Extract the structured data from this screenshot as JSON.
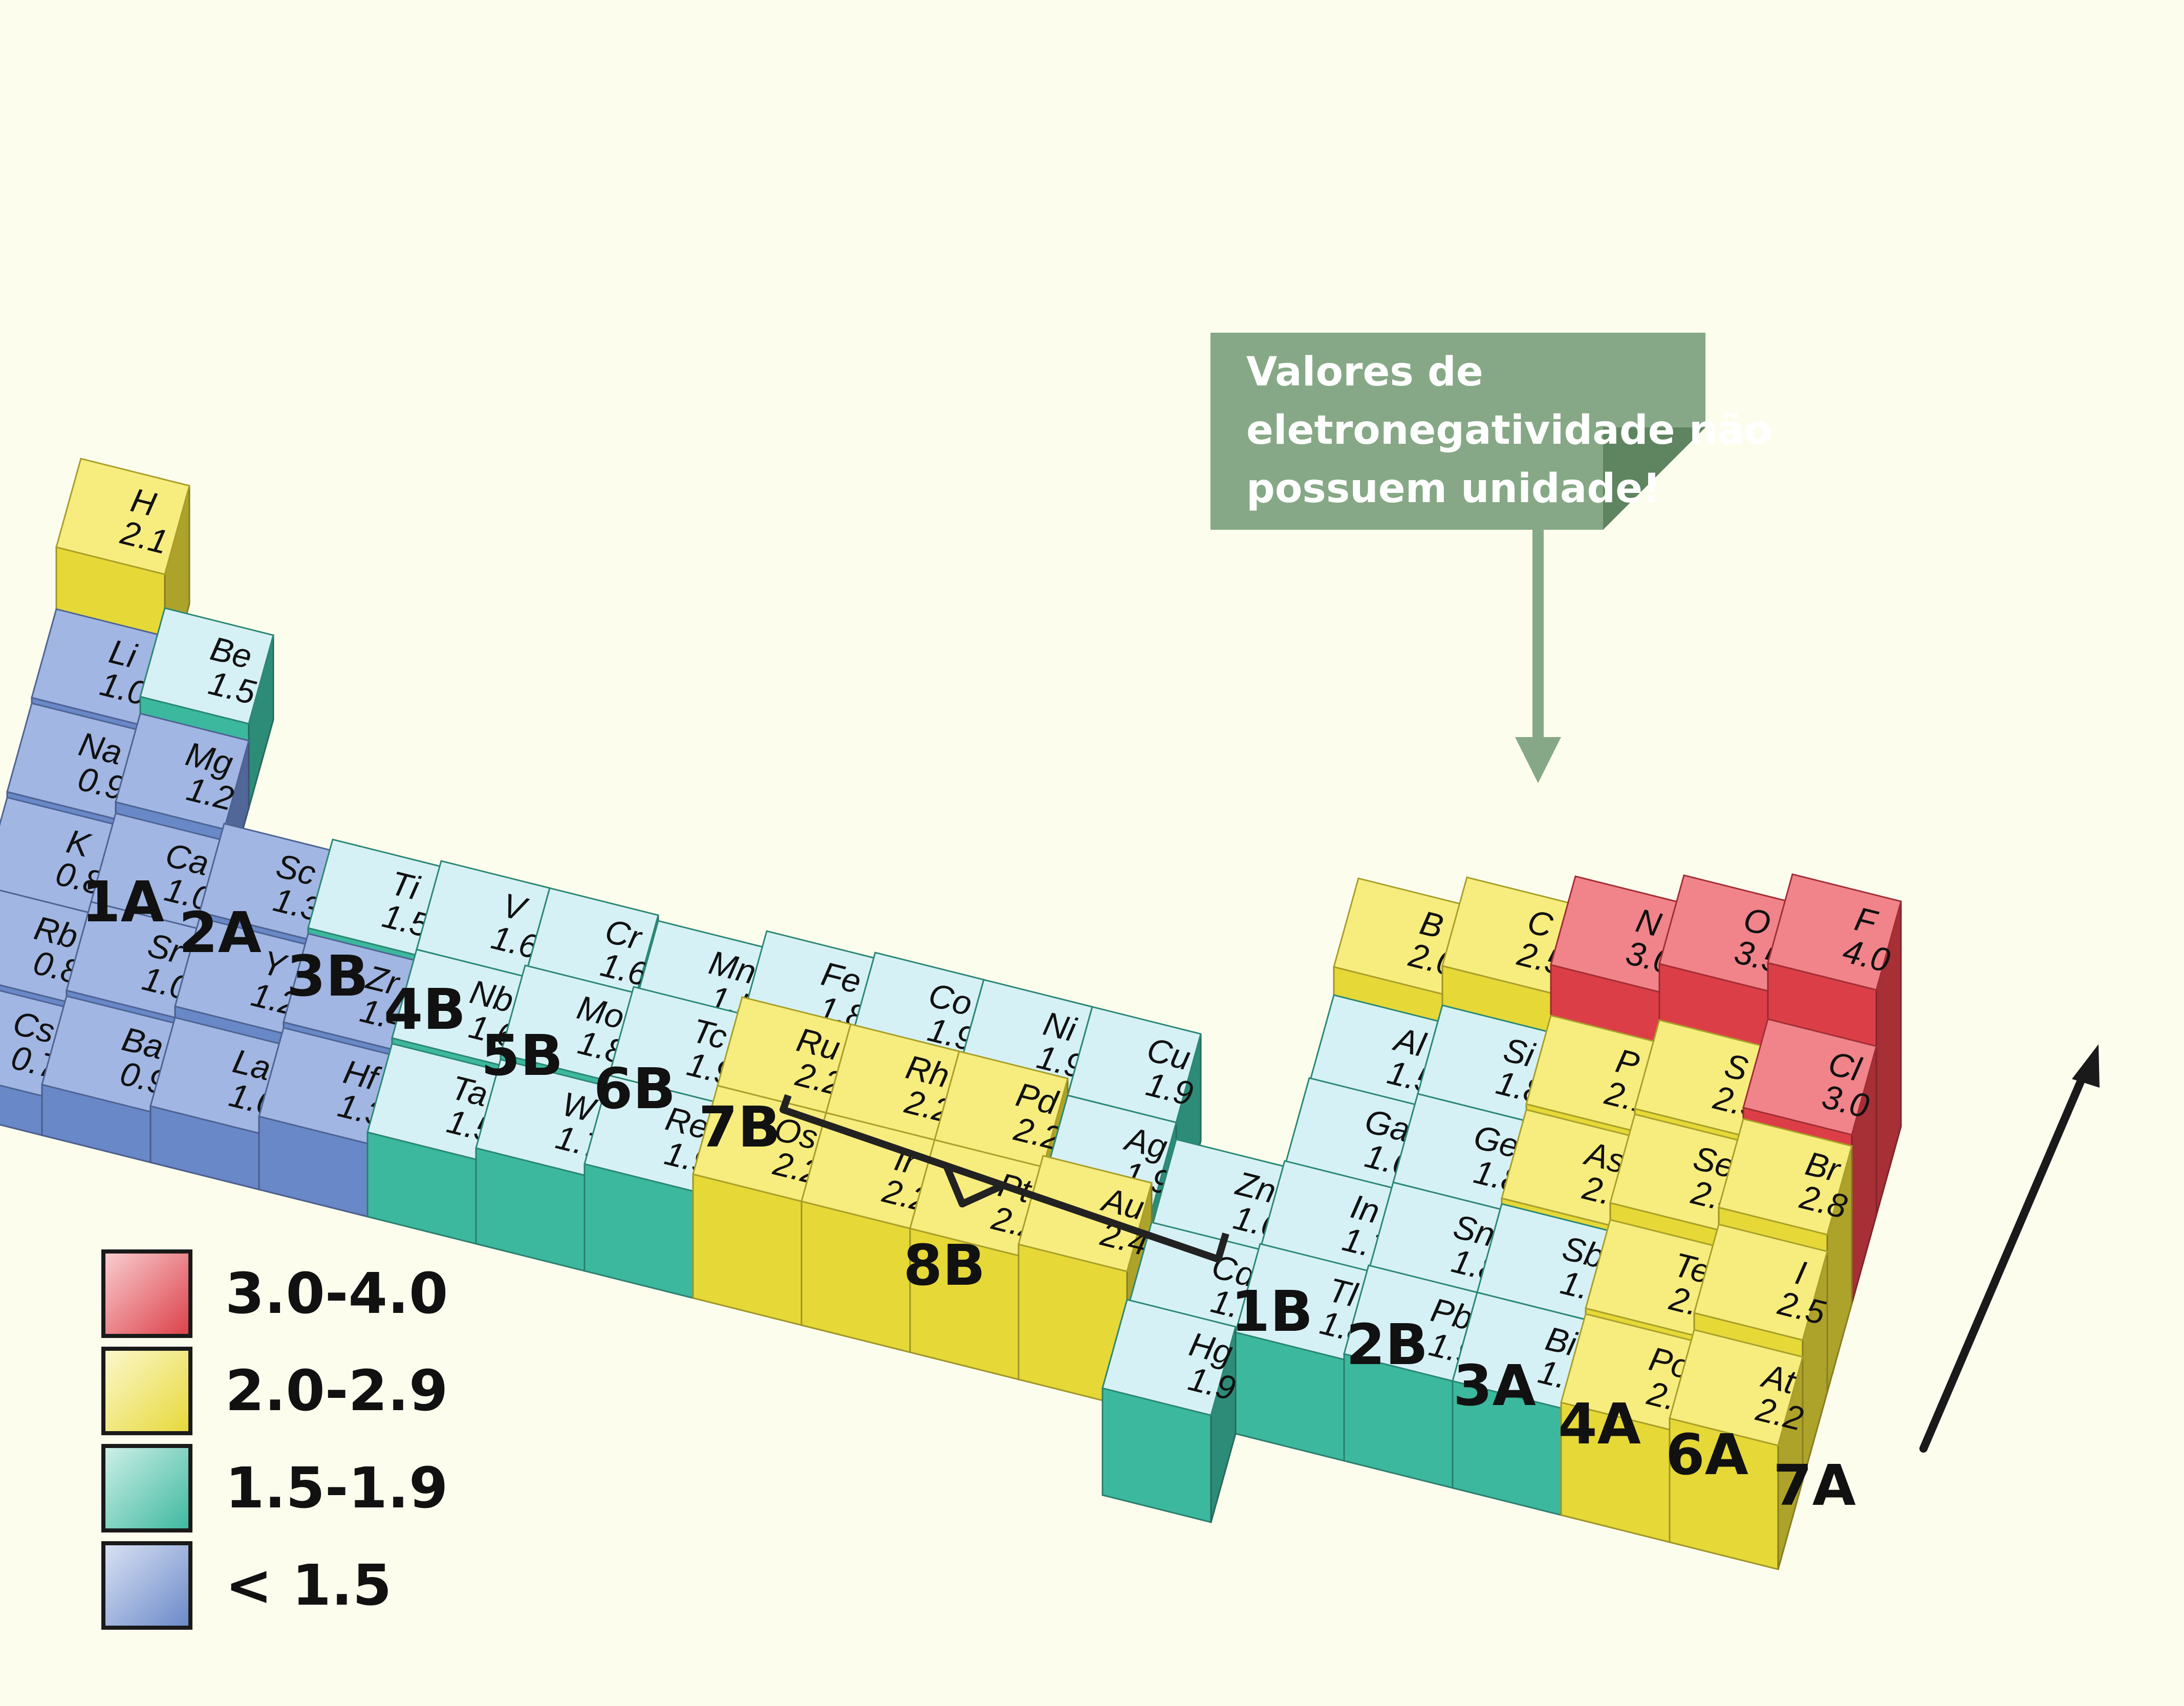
{
  "callout": {
    "lines": [
      "Valores de",
      "eletronegatividade não",
      "possuem unidade!"
    ]
  },
  "legend": [
    {
      "label": "3.0-4.0",
      "color": "#e8414b"
    },
    {
      "label": "2.0-2.9",
      "color": "#f2e33a"
    },
    {
      "label": "1.5-1.9",
      "color": "#3fc2a6"
    },
    {
      "label": "< 1.5",
      "color": "#6f8fd2"
    }
  ],
  "groups": [
    {
      "key": "g1a",
      "label": "1A"
    },
    {
      "key": "g2a",
      "label": "2A"
    },
    {
      "key": "g3b",
      "label": "3B"
    },
    {
      "key": "g4b",
      "label": "4B"
    },
    {
      "key": "g5b",
      "label": "5B"
    },
    {
      "key": "g6b",
      "label": "6B"
    },
    {
      "key": "g7b",
      "label": "7B"
    },
    {
      "key": "g8b",
      "label": "8B"
    },
    {
      "key": "g1b",
      "label": "1B"
    },
    {
      "key": "g2b",
      "label": "2B"
    },
    {
      "key": "g3a",
      "label": "3A"
    },
    {
      "key": "g4a",
      "label": "4A"
    },
    {
      "key": "g6a",
      "label": "6A"
    },
    {
      "key": "g7a",
      "label": "7A"
    }
  ],
  "elements": [
    {
      "symbol": "H",
      "value": "2.1"
    },
    {
      "symbol": "Li",
      "value": "1.0"
    },
    {
      "symbol": "Be",
      "value": "1.5"
    },
    {
      "symbol": "Na",
      "value": "0.9"
    },
    {
      "symbol": "Mg",
      "value": "1.2"
    },
    {
      "symbol": "K",
      "value": "0.8"
    },
    {
      "symbol": "Ca",
      "value": "1.0"
    },
    {
      "symbol": "Sc",
      "value": "1.3"
    },
    {
      "symbol": "Rb",
      "value": "0.8"
    },
    {
      "symbol": "Sr",
      "value": "1.0"
    },
    {
      "symbol": "Y",
      "value": "1.2"
    },
    {
      "symbol": "Cs",
      "value": "0.7"
    },
    {
      "symbol": "Ba",
      "value": "0.9"
    },
    {
      "symbol": "La",
      "value": "1.0"
    },
    {
      "symbol": "Ti",
      "value": "1.5"
    },
    {
      "symbol": "V",
      "value": "1.6"
    },
    {
      "symbol": "Cr",
      "value": "1.6"
    },
    {
      "symbol": "Mn",
      "value": "1.5"
    },
    {
      "symbol": "Fe",
      "value": "1.8"
    },
    {
      "symbol": "Co",
      "value": "1.9"
    },
    {
      "symbol": "Ni",
      "value": "1.9"
    },
    {
      "symbol": "Cu",
      "value": "1.9"
    },
    {
      "symbol": "Zr",
      "value": "1.4"
    },
    {
      "symbol": "Nb",
      "value": "1.6"
    },
    {
      "symbol": "Mo",
      "value": "1.8"
    },
    {
      "symbol": "Tc",
      "value": "1.9"
    },
    {
      "symbol": "Ru",
      "value": "2.2"
    },
    {
      "symbol": "Rh",
      "value": "2.2"
    },
    {
      "symbol": "Pd",
      "value": "2.2"
    },
    {
      "symbol": "Ag",
      "value": "1.9"
    },
    {
      "symbol": "Hf",
      "value": "1.3"
    },
    {
      "symbol": "Ta",
      "value": "1.5"
    },
    {
      "symbol": "W",
      "value": "1.7"
    },
    {
      "symbol": "Re",
      "value": "1.9"
    },
    {
      "symbol": "Os",
      "value": "2.2"
    },
    {
      "symbol": "Ir",
      "value": "2.2"
    },
    {
      "symbol": "Pt",
      "value": "2.2"
    },
    {
      "symbol": "Au",
      "value": "2.4"
    },
    {
      "symbol": "Zn",
      "value": "1.6"
    },
    {
      "symbol": "Cd",
      "value": "1.7"
    },
    {
      "symbol": "Hg",
      "value": "1.9"
    },
    {
      "symbol": "B",
      "value": "2.0"
    },
    {
      "symbol": "C",
      "value": "2.5"
    },
    {
      "symbol": "N",
      "value": "3.0"
    },
    {
      "symbol": "O",
      "value": "3.5"
    },
    {
      "symbol": "F",
      "value": "4.0"
    },
    {
      "symbol": "Al",
      "value": "1.5"
    },
    {
      "symbol": "Si",
      "value": "1.8"
    },
    {
      "symbol": "P",
      "value": "2.1"
    },
    {
      "symbol": "S",
      "value": "2.5"
    },
    {
      "symbol": "Cl",
      "value": "3.0"
    },
    {
      "symbol": "Ga",
      "value": "1.6"
    },
    {
      "symbol": "Ge",
      "value": "1.8"
    },
    {
      "symbol": "As",
      "value": "2.0"
    },
    {
      "symbol": "Se",
      "value": "2.4"
    },
    {
      "symbol": "Br",
      "value": "2.8"
    },
    {
      "symbol": "In",
      "value": "1.7"
    },
    {
      "symbol": "Sn",
      "value": "1.8"
    },
    {
      "symbol": "Sb",
      "value": "1.9"
    },
    {
      "symbol": "Te",
      "value": "2.1"
    },
    {
      "symbol": "I",
      "value": "2.5"
    },
    {
      "symbol": "Tl",
      "value": "1.8"
    },
    {
      "symbol": "Pb",
      "value": "1.9"
    },
    {
      "symbol": "Bi",
      "value": "1.9"
    },
    {
      "symbol": "Po",
      "value": "2.0"
    },
    {
      "symbol": "At",
      "value": "2.2"
    }
  ]
}
